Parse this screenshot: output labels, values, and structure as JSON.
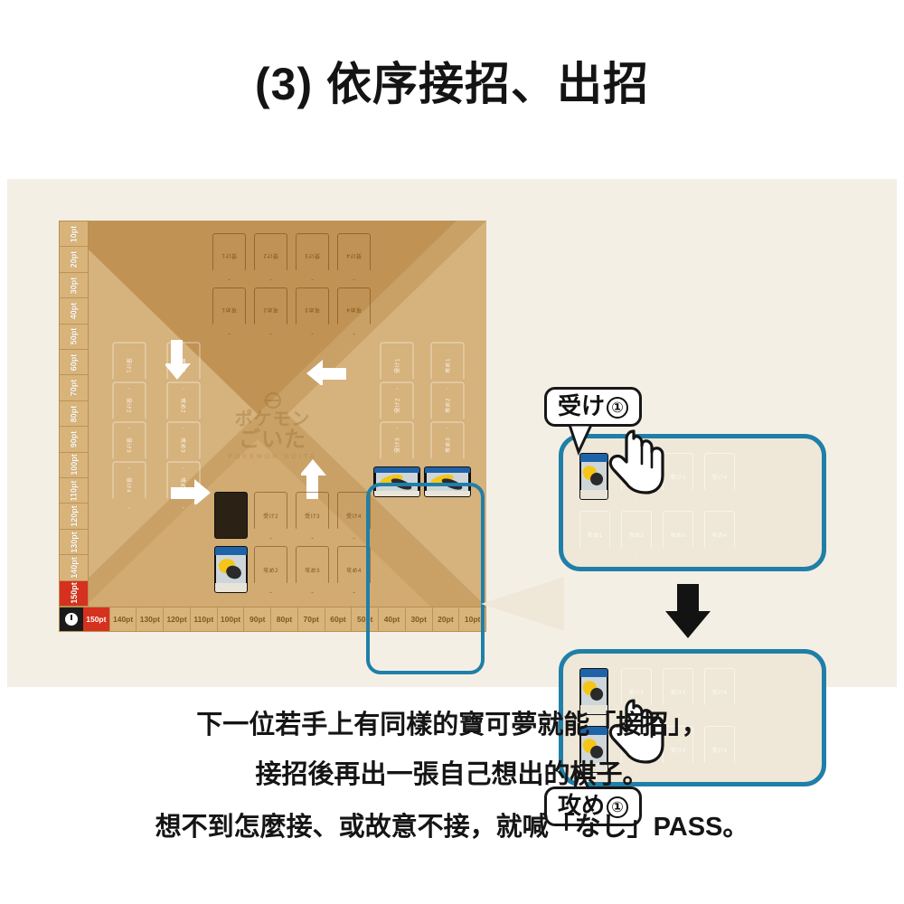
{
  "title": "(3) 依序接招、出招",
  "board": {
    "logo": {
      "line1": "ポケモン",
      "line2": "ごいた",
      "line3": "POKEMON GOITA",
      "icon": "pokeball-icon"
    },
    "score_track_left": [
      "10pt",
      "20pt",
      "30pt",
      "40pt",
      "50pt",
      "60pt",
      "70pt",
      "80pt",
      "90pt",
      "100pt",
      "110pt",
      "120pt",
      "130pt",
      "140pt",
      "150pt"
    ],
    "score_track_left_highlight": "150pt",
    "score_track_bottom": [
      "150pt",
      "140pt",
      "130pt",
      "120pt",
      "110pt",
      "100pt",
      "90pt",
      "80pt",
      "70pt",
      "60pt",
      "50pt",
      "40pt",
      "30pt",
      "20pt",
      "10pt"
    ],
    "score_track_bottom_highlight": "150pt",
    "clock_icon": "clock-icon",
    "seat_bottom": {
      "receive": [
        "受け1",
        "受け2",
        "受け3",
        "受け4"
      ],
      "attack": [
        "攻め1",
        "攻め2",
        "攻め3",
        "攻め4"
      ]
    },
    "seat_top": {
      "receive": [
        "受け1",
        "受け2",
        "受け3",
        "受け4"
      ],
      "attack": [
        "攻め1",
        "攻め2",
        "攻め3",
        "攻め4"
      ]
    },
    "seat_left": {
      "receive": [
        "受け1",
        "受け2",
        "受け3",
        "受け4"
      ],
      "attack": [
        "攻め1",
        "攻め2",
        "攻め3",
        "攻め4"
      ]
    },
    "seat_right": {
      "receive": [
        "受け1",
        "受け2",
        "受け3",
        "受け4"
      ],
      "attack": [
        "攻め1",
        "攻め2",
        "攻め3",
        "攻め4"
      ]
    },
    "turn_order_arrows": 4
  },
  "zoom_panels": {
    "top": {
      "callout": "受け",
      "callout_number": "①",
      "slots_receive": [
        "受け2",
        "受け3",
        "受け4"
      ],
      "slots_attack": [
        "攻め1",
        "攻め2",
        "攻め3",
        "攻め4"
      ],
      "played_card_position": "受け1",
      "hand_icon": "pointing-hand-icon"
    },
    "bottom": {
      "callout": "攻め",
      "callout_number": "①",
      "slots_receive": [
        "受け2",
        "受け3",
        "受け4"
      ],
      "slots_attack": [
        "攻め2",
        "攻め3",
        "攻め4"
      ],
      "played_cards": [
        "受け1",
        "攻め1"
      ],
      "hand_icon": "pointing-hand-icon"
    },
    "connector_icon": "down-arrow-icon"
  },
  "caption": {
    "line1": "下一位若手上有同樣的寶可夢就能「接招」，",
    "line2": "接招後再出一張自己想出的棋子。",
    "line3": "想不到怎麼接、或故意不接，就喊「なし」PASS。"
  },
  "colors": {
    "board": "#c9a167",
    "board_light": "#d6b27c",
    "panel_bg": "#f4efe5",
    "highlight_blue": "#1f7fa8",
    "score_red": "#d6301f",
    "text_dark": "#141414"
  }
}
